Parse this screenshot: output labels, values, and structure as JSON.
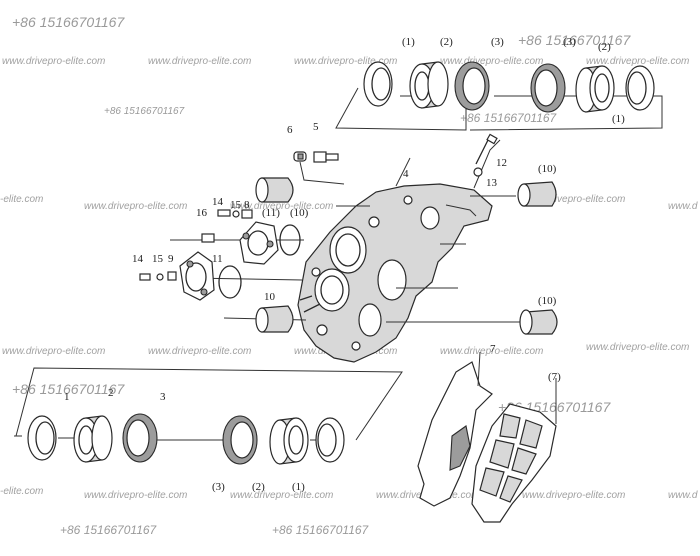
{
  "watermarks": {
    "phone": "+86 15166701167",
    "url": "www.drivepro-elite.com",
    "url_partial": "-elite.com",
    "url_edge": "www.d"
  },
  "labels": {
    "top": [
      "(1)",
      "(2)",
      "(3)",
      "(3)",
      "(2)",
      "(1)"
    ],
    "center": [
      "6",
      "5",
      "4",
      "12",
      "13",
      "(10)",
      "14",
      "15",
      "8",
      "(11)",
      "(10)",
      "16",
      "14",
      "15",
      "9",
      "11",
      "10",
      "(10)"
    ],
    "bottom_left": [
      "1",
      "2",
      "3"
    ],
    "bottom_center": [
      "(3)",
      "(2)",
      "(1)"
    ],
    "pads": [
      "7",
      "(7)"
    ]
  }
}
